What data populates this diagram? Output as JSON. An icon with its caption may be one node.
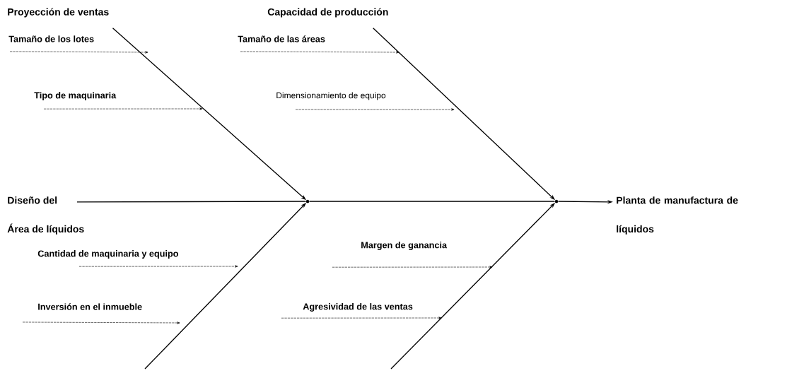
{
  "diagram": {
    "nodes": [
      {
        "text": [
          "Proyección de ventas"
        ]
      },
      {
        "text": [
          "Tamaño de los lotes"
        ]
      },
      {
        "text": [
          "Tipo de maquinaria"
        ]
      },
      {
        "text": [
          "Capacidad de producción"
        ]
      },
      {
        "text": [
          "Tamaño de las áreas"
        ]
      },
      {
        "text": [
          "Dimensionamiento de equipo"
        ]
      },
      {
        "text": [
          "Diseño del Área de líquidos"
        ]
      },
      {
        "text": [],
        "shape": "point"
      },
      {
        "text": [],
        "shape": "point"
      },
      {
        "text": [
          "Planta de manufactura de líquidos"
        ]
      },
      {
        "text": [
          "Cantidad de maquinaria y equipo"
        ]
      },
      {
        "text": [
          "Inversión en el inmueble"
        ]
      },
      {
        "text": [
          "Margen de ganancia"
        ]
      },
      {
        "text": [
          "Agresividad de las ventas"
        ]
      }
    ],
    "edges": [
      {
        "from": 6,
        "to": 7,
        "arrow": "none"
      },
      {
        "from": 7,
        "to": 8,
        "arrow": "none"
      },
      {
        "from": 8,
        "to": 9,
        "arrow": "to"
      },
      {
        "from": 0,
        "to": 7,
        "arrow": "to"
      },
      {
        "from": 3,
        "to": 8,
        "arrow": "to"
      },
      {
        "from": null,
        "to": 7,
        "arrow": "to"
      },
      {
        "from": null,
        "to": 8,
        "arrow": "to"
      },
      {
        "from": 1,
        "to": null,
        "arrow": "to",
        "style": "dashed"
      },
      {
        "from": 2,
        "to": null,
        "arrow": "to",
        "style": "dashed"
      },
      {
        "from": 4,
        "to": null,
        "arrow": "to",
        "style": "dashed"
      },
      {
        "from": 5,
        "to": null,
        "arrow": "to",
        "style": "dashed"
      },
      {
        "from": 10,
        "to": null,
        "arrow": "to",
        "style": "dashed"
      },
      {
        "from": 11,
        "to": null,
        "arrow": "to",
        "style": "dashed"
      },
      {
        "from": 12,
        "to": null,
        "arrow": "to",
        "style": "dashed"
      },
      {
        "from": 13,
        "to": null,
        "arrow": "to",
        "style": "dashed"
      }
    ]
  }
}
